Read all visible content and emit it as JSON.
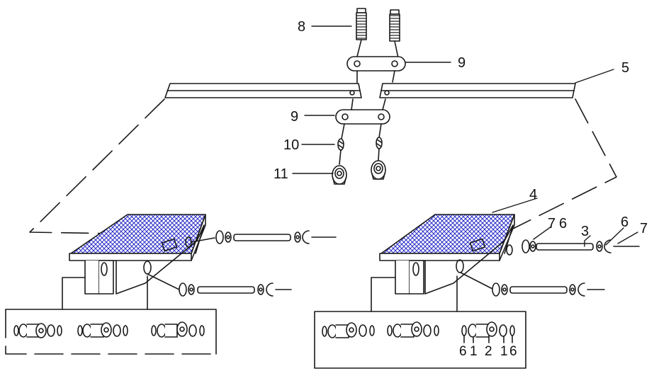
{
  "diagram": {
    "colors": {
      "line": "#1a1a1a",
      "fill": "#ffffff",
      "mesh": "#2a2ec8",
      "mesh_bg": "#ffffff"
    },
    "callouts": {
      "bolt": "8",
      "upper_link": "9",
      "lower_link": "9",
      "bracket_bar": "5",
      "spring_washer": "10",
      "nut": "11",
      "pedal": "4",
      "pin_right": "3",
      "right_7a": "7",
      "right_6a": "6",
      "right_6b": "6",
      "right_7b": "7",
      "bottom_6a": "6",
      "bottom_1a": "1",
      "bottom_2": "2",
      "bottom_1b": "1",
      "bottom_6b": "6"
    }
  }
}
